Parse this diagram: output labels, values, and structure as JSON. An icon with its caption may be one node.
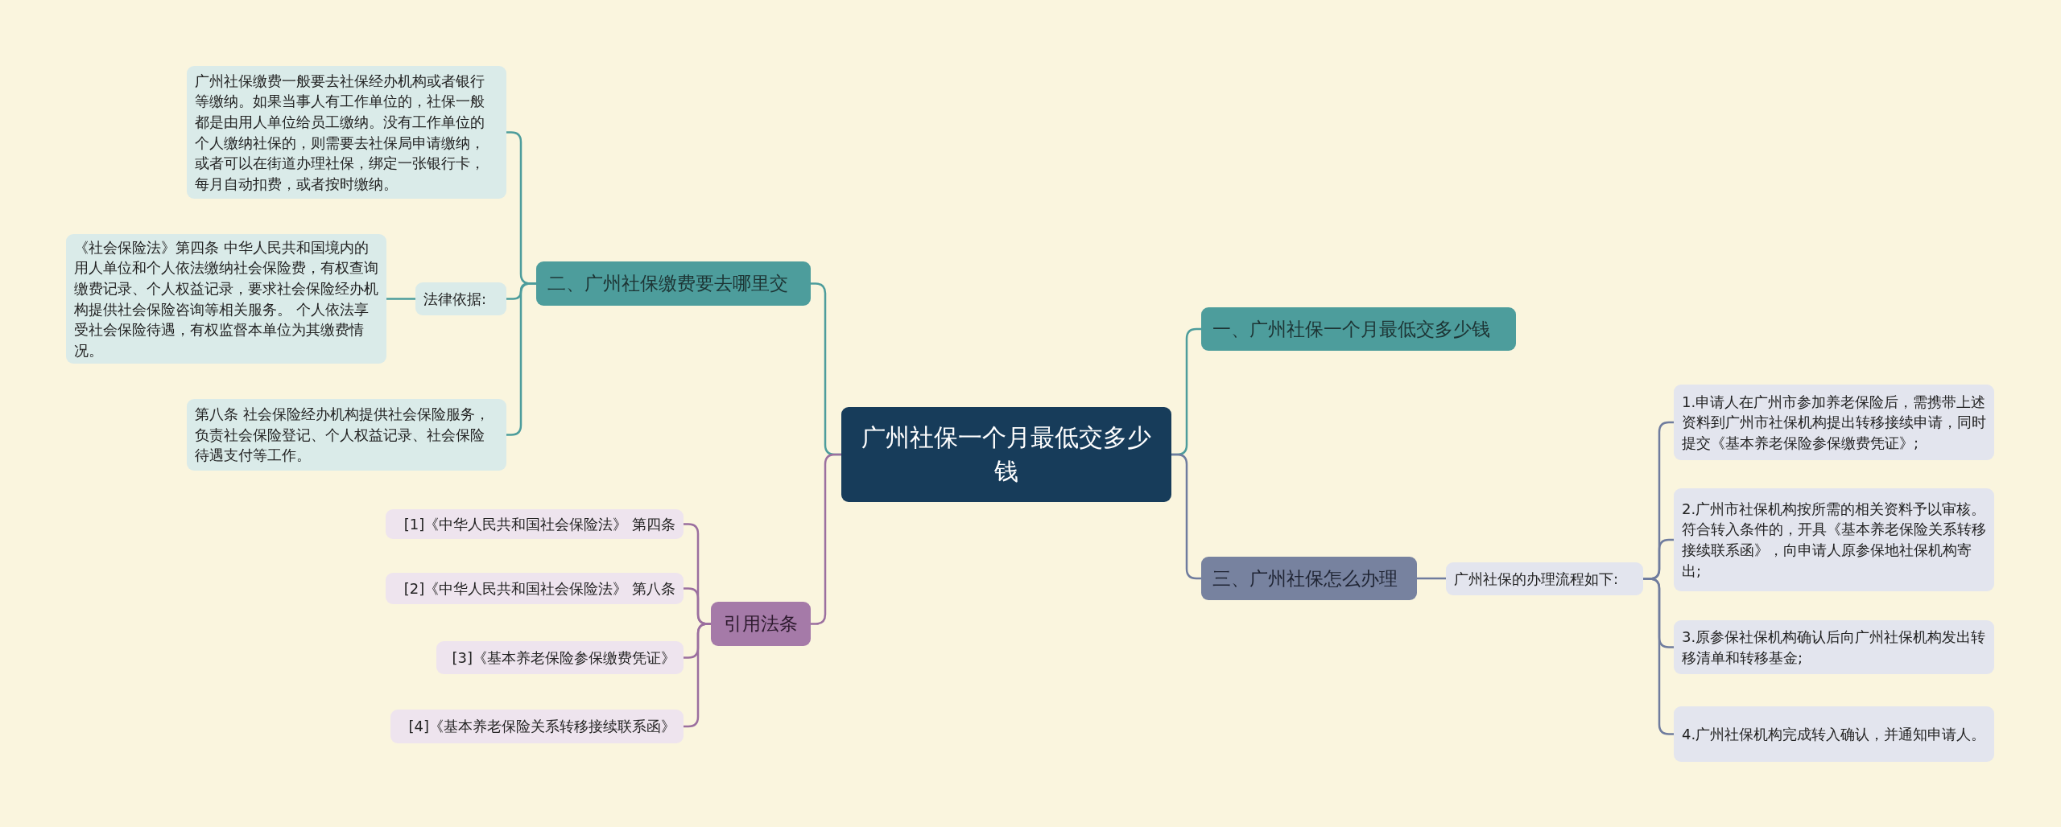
{
  "diagram": {
    "nodes": [
      {
        "text": [
          "广州社保一个月最低交多少钱"
        ]
      },
      {
        "text": [
          "一、广州社保一个月最低交多少钱"
        ]
      },
      {
        "text": [
          "三、广州社保怎么办理"
        ]
      },
      {
        "text": [
          "广州社保的办理流程如下:"
        ]
      },
      {
        "text": [
          "1.申请人在广州市参加养老保险后，需携带上述资料到广州市社保机构提出转移接续申请，同时提交《基本养老保险参保缴费凭证》;"
        ]
      },
      {
        "text": [
          "2.广州市社保机构按所需的相关资料予以审核。符合转入条件的，开具《基本养老保险关系转移接续联系函》，向申请人原参保地社保机构寄出;"
        ]
      },
      {
        "text": [
          "3.原参保社保机构确认后向广州社保机构发出转移清单和转移基金;"
        ]
      },
      {
        "text": [
          "4.广州社保机构完成转入确认，并通知申请人。"
        ]
      },
      {
        "text": [
          "二、广州社保缴费要去哪里交"
        ]
      },
      {
        "text": [
          "广州社保缴费一般要去社保经办机构或者银行等缴纳。如果当事人有工作单位的，社保一般都是由用人单位给员工缴纳。没有工作单位的个人缴纳社保的，则需要去社保局申请缴纳，或者可以在街道办理社保，绑定一张银行卡，每月自动扣费，或者按时缴纳。"
        ]
      },
      {
        "text": [
          "法律依据:"
        ]
      },
      {
        "text": [
          "《社会保险法》第四条 中华人民共和国境内的用人单位和个人依法缴纳社会保险费，有权查询缴费记录、个人权益记录，要求社会保险经办机构提供社会保险咨询等相关服务。 个人依法享受社会保险待遇，有权监督本单位为其缴费情况。"
        ]
      },
      {
        "text": [
          "第八条 社会保险经办机构提供社会保险服务，负责社会保险登记、个人权益记录、社会保险待遇支付等工作。"
        ]
      },
      {
        "text": [
          "引用法条"
        ]
      },
      {
        "text": [
          "[1]《中华人民共和国社会保险法》 第四条"
        ]
      },
      {
        "text": [
          "[2]《中华人民共和国社会保险法》 第八条"
        ]
      },
      {
        "text": [
          "[3]《基本养老保险参保缴费凭证》"
        ]
      },
      {
        "text": [
          "[4]《基本养老保险关系转移接续联系函》"
        ]
      }
    ],
    "edges": [
      {
        "from": 0,
        "to": 1,
        "arrow": "none"
      },
      {
        "from": 0,
        "to": 2,
        "arrow": "none",
        "color": "#6f7c9e"
      },
      {
        "from": 2,
        "to": 3,
        "arrow": "none",
        "color": "#6f7c9e"
      },
      {
        "from": 3,
        "to": 4,
        "arrow": "none",
        "color": "#6f7c9e"
      },
      {
        "from": 3,
        "to": 5,
        "arrow": "none",
        "color": "#6f7c9e"
      },
      {
        "from": 3,
        "to": 6,
        "arrow": "none",
        "color": "#6f7c9e"
      },
      {
        "from": 3,
        "to": 7,
        "arrow": "none",
        "color": "#6f7c9e"
      },
      {
        "from": 0,
        "to": 8,
        "arrow": "none"
      },
      {
        "from": 8,
        "to": 9,
        "arrow": "none"
      },
      {
        "from": 8,
        "to": 10,
        "arrow": "none"
      },
      {
        "from": 10,
        "to": 11,
        "arrow": "none"
      },
      {
        "from": 8,
        "to": 12,
        "arrow": "none"
      },
      {
        "from": 0,
        "to": 13,
        "arrow": "none",
        "color": "#9b6f9f"
      },
      {
        "from": 13,
        "to": 14,
        "arrow": "none",
        "color": "#9b6f9f"
      },
      {
        "from": 13,
        "to": 15,
        "arrow": "none",
        "color": "#9b6f9f"
      },
      {
        "from": 13,
        "to": 16,
        "arrow": "none",
        "color": "#9b6f9f"
      },
      {
        "from": 13,
        "to": 17,
        "arrow": "none",
        "color": "#9b6f9f"
      }
    ]
  }
}
